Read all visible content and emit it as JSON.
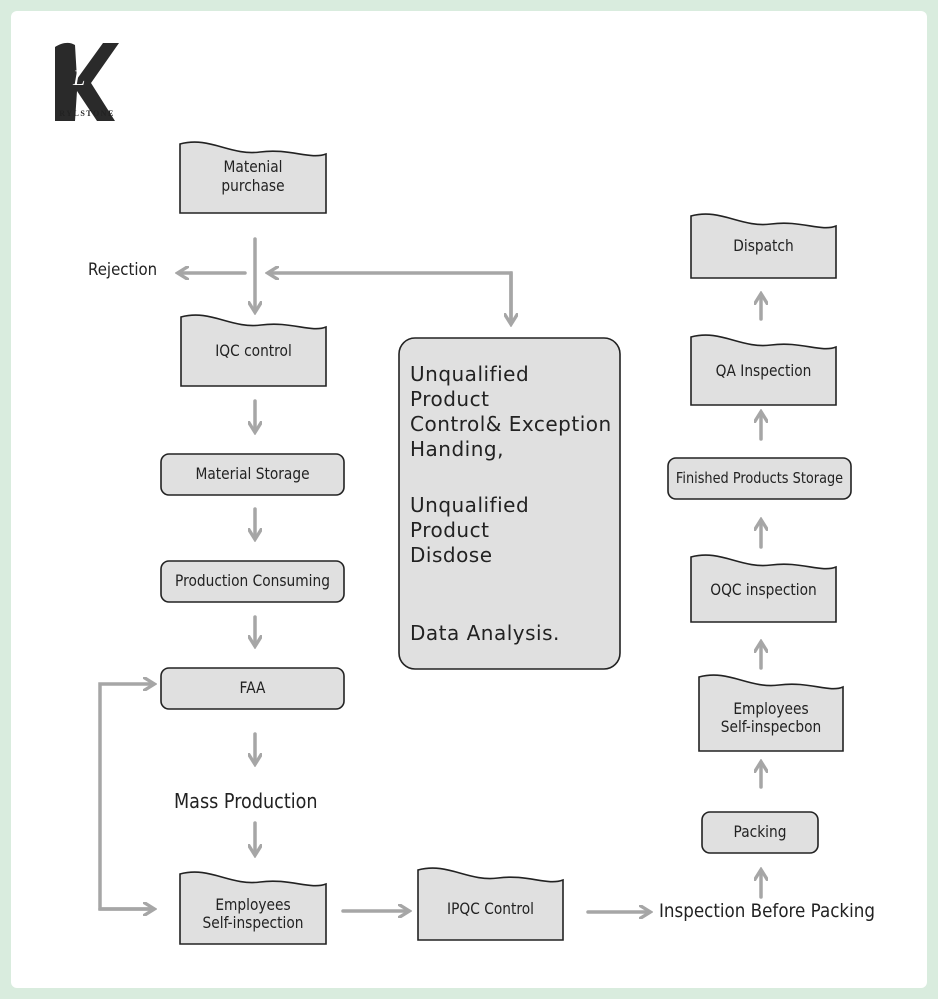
{
  "logo": {
    "brand": "RYLSTONE",
    "monogram": "L"
  },
  "colors": {
    "box_fill": "#e0e0e0",
    "box_stroke": "#222222",
    "arrow": "#a6a6a6",
    "frame": "#d9ecde"
  },
  "nodes": {
    "material_purchase": "Matenial purchase",
    "iqc_control": "IQC control",
    "material_storage": "Material Storage",
    "production_consuming": "Production Consuming",
    "faa": "FAA",
    "mass_production": "Mass Production",
    "employees_self_inspection": "Employees\nSelf-inspection",
    "ipqc_control": "IPQC Control",
    "inspection_before_packing": "Inspection Before Packing",
    "packing": "Packing",
    "employees_self_inspecbon": "Employees\nSelf-inspecbon",
    "oqc_inspection": "OQC inspection",
    "finished_products_storage": "Finished Products Storage",
    "qa_inspection": "QA Inspection",
    "dispatch": "Dispatch",
    "rejection": "Rejection"
  },
  "unqualified_panel": {
    "line1": "Unqualified Product\nControl& Exception\nHanding,",
    "line2": "Unqualified Product\nDisdose",
    "line3": "Data Analysis."
  }
}
